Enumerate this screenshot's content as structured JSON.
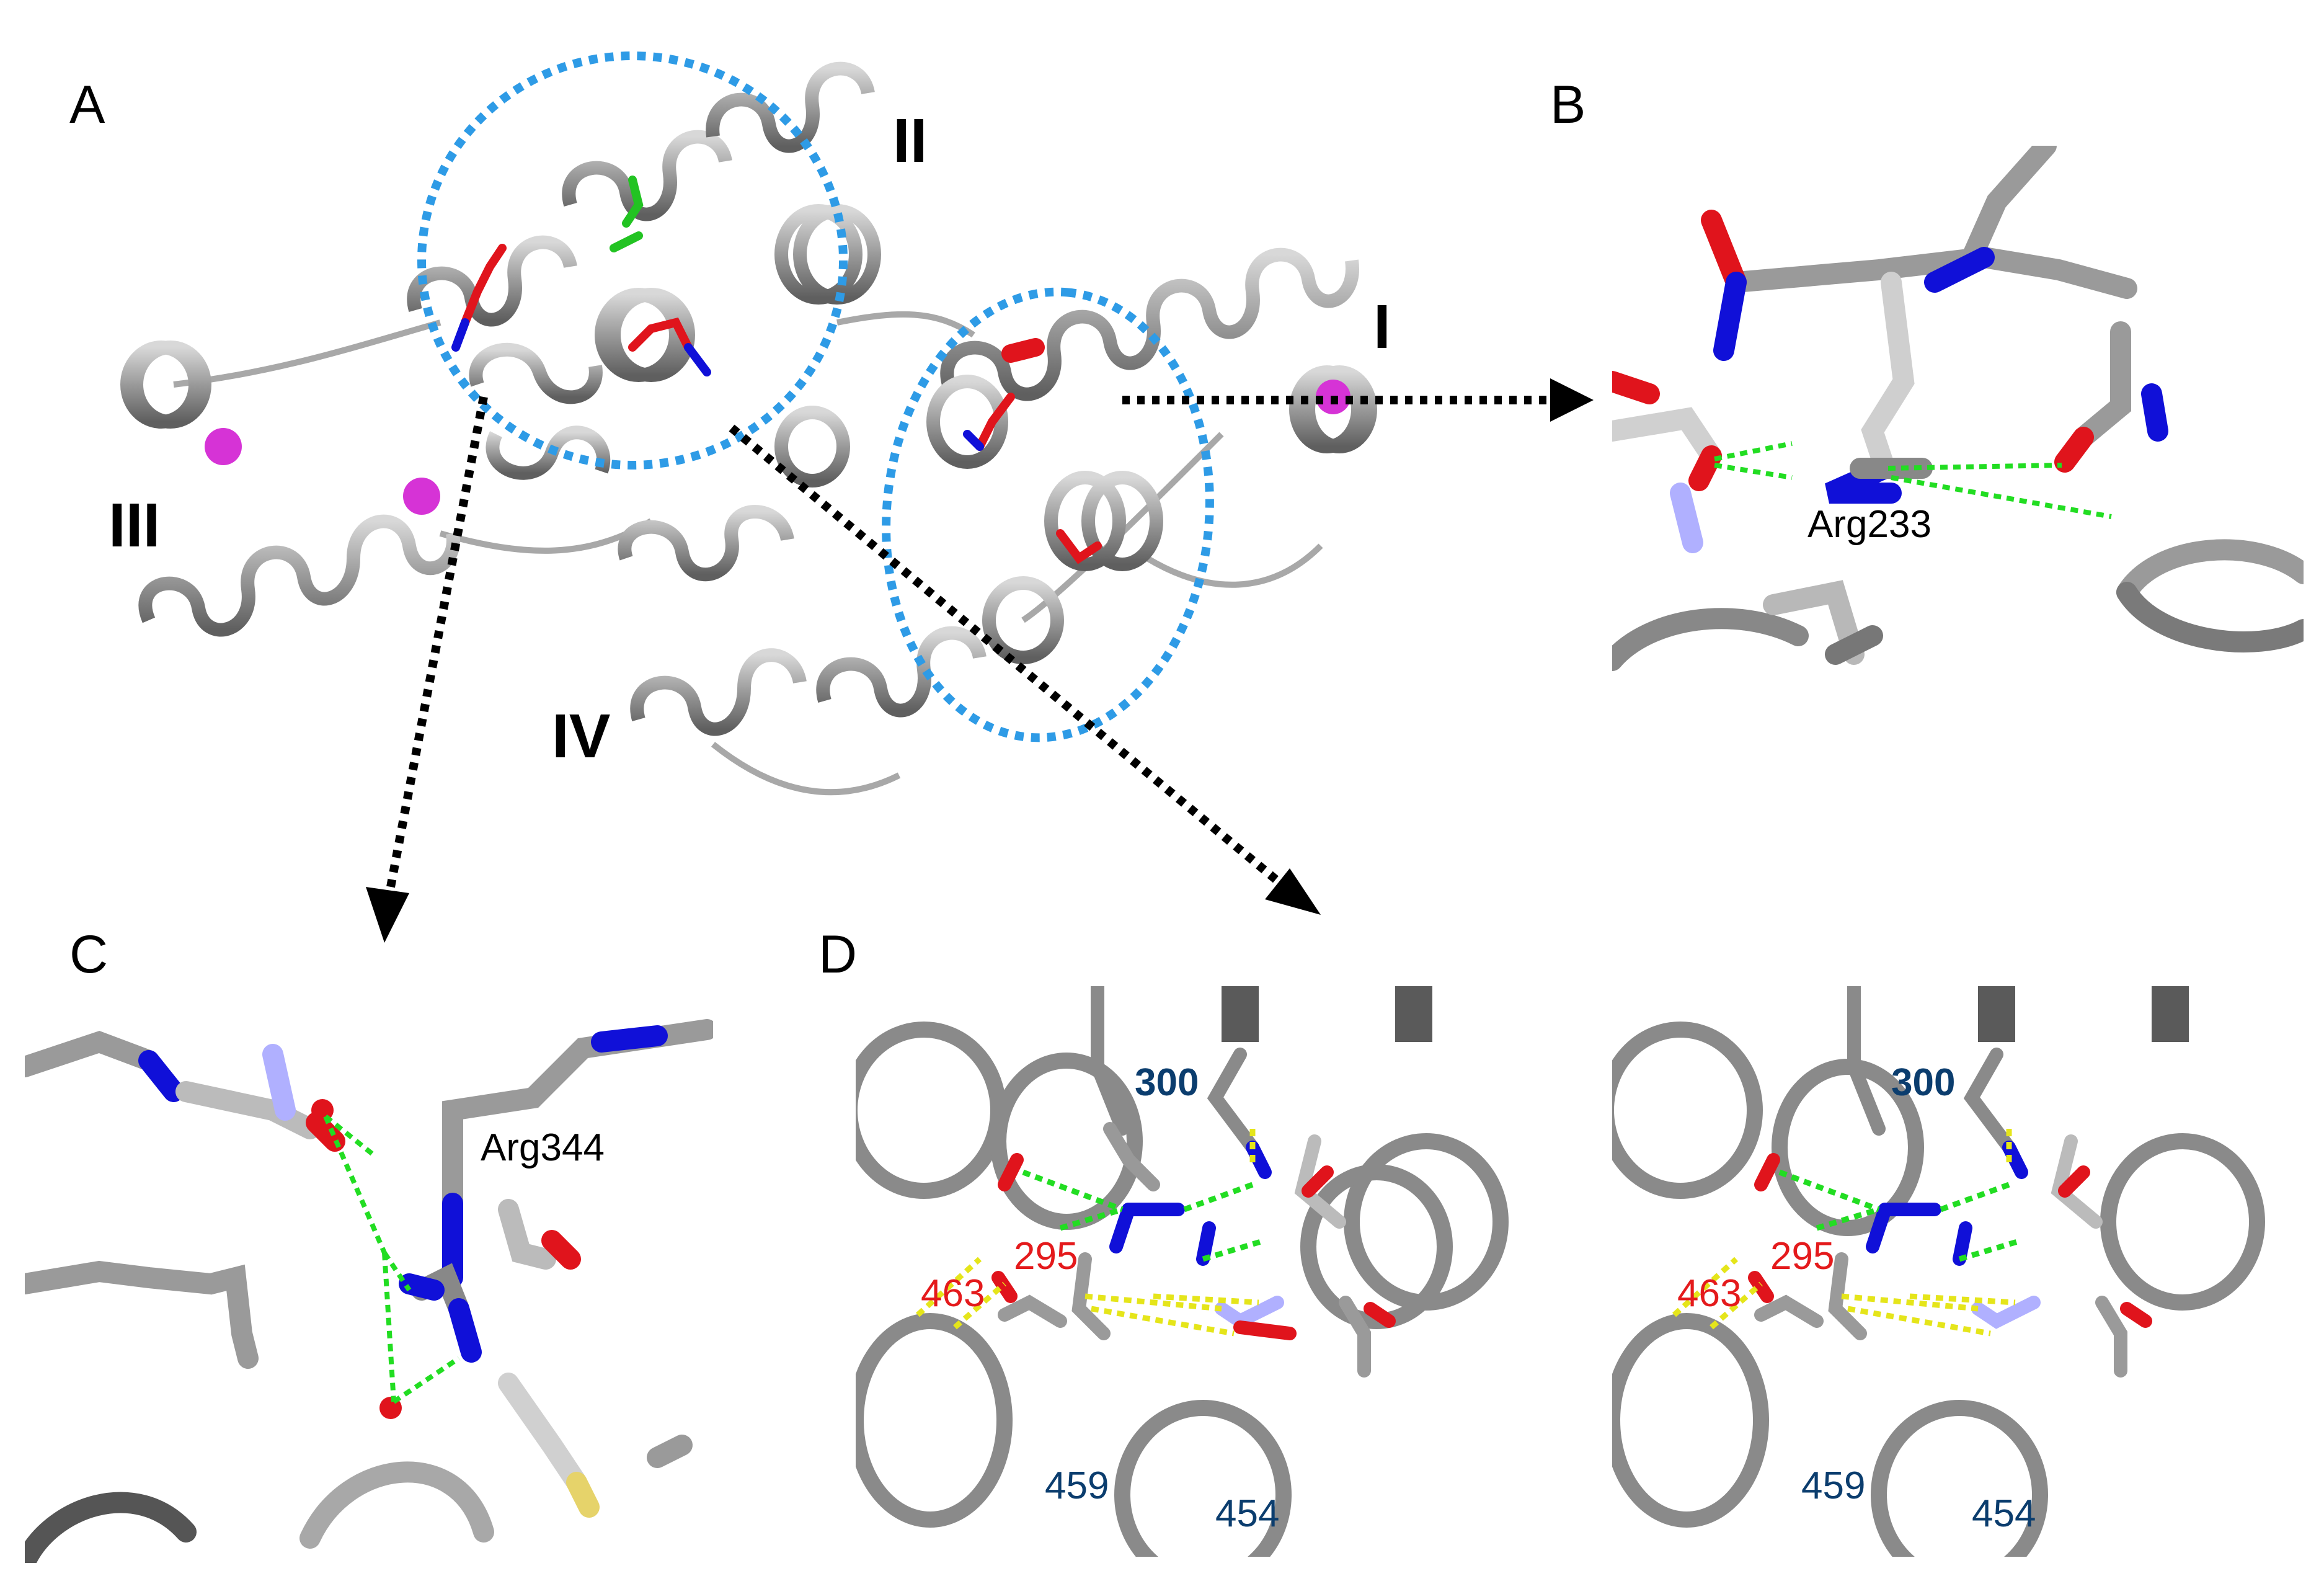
{
  "figure": {
    "panels": [
      {
        "id": "A",
        "letter": "A",
        "description": "cartoon overview of helical protein with four domains",
        "domain_labels": [
          "I",
          "II",
          "III",
          "IV"
        ]
      },
      {
        "id": "B",
        "letter": "B",
        "residue_label": "Arg233"
      },
      {
        "id": "C",
        "letter": "C",
        "residue_label": "Arg344"
      },
      {
        "id": "D",
        "letter": "D",
        "left": {
          "labels": [
            {
              "text": "300",
              "color": "#0b3d6e",
              "bold": true
            },
            {
              "text": "295",
              "color": "#e41a1c",
              "bold": false
            },
            {
              "text": "463",
              "color": "#e41a1c",
              "bold": false
            },
            {
              "text": "459",
              "color": "#0b3d6e",
              "bold": false
            },
            {
              "text": "454",
              "color": "#0b3d6e",
              "bold": false
            }
          ]
        },
        "right": {
          "labels": [
            {
              "text": "300",
              "color": "#0b3d6e",
              "bold": true
            },
            {
              "text": "295",
              "color": "#e41a1c",
              "bold": false
            },
            {
              "text": "463",
              "color": "#e41a1c",
              "bold": false
            },
            {
              "text": "459",
              "color": "#0b3d6e",
              "bold": false
            },
            {
              "text": "454",
              "color": "#0b3d6e",
              "bold": false
            }
          ]
        }
      }
    ],
    "colors": {
      "helix": "#9a9a9a",
      "helix_dark": "#6e6e6e",
      "oxygen": "#e0141c",
      "nitrogen": "#1010d8",
      "carbon_highlight": "#22c322",
      "ion": "#d633d6",
      "hbond_green": "#22dd22",
      "hbond_yellow": "#e5e51a",
      "circle_dotted": "#2e9be6",
      "arrow": "#000000"
    }
  }
}
